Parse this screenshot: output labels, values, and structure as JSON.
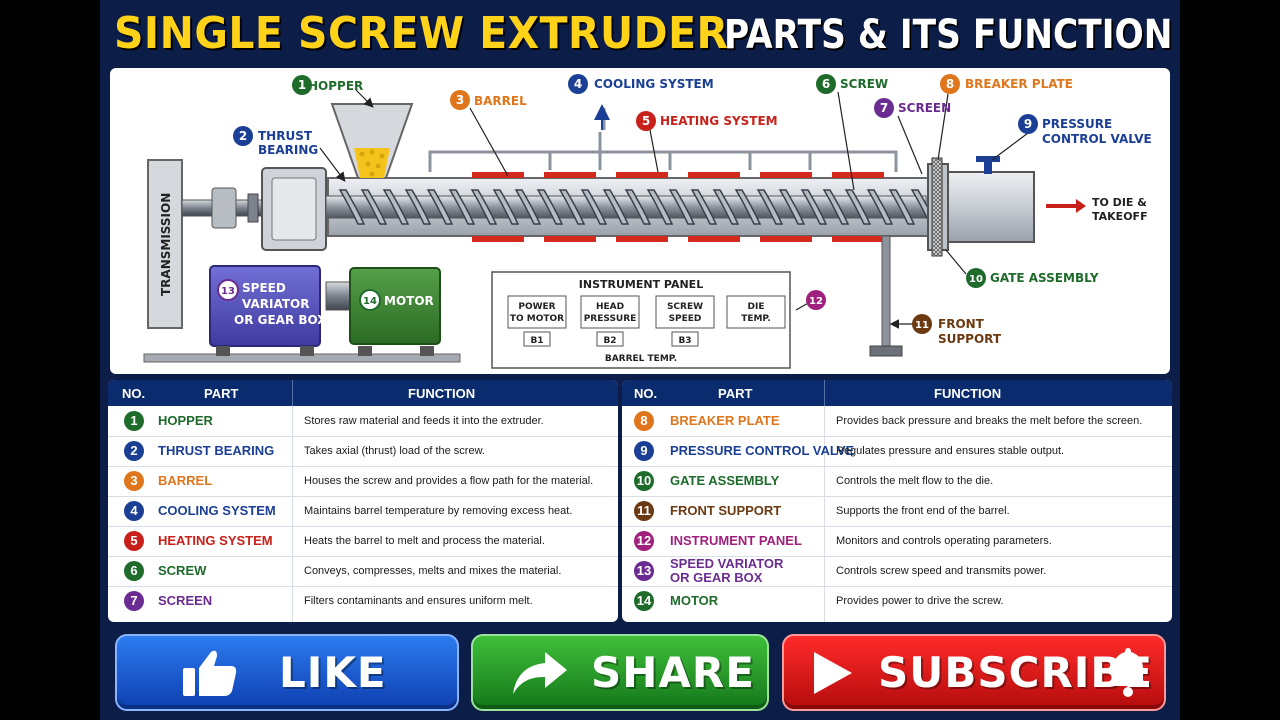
{
  "title": {
    "left": "SINGLE SCREW EXTRUDER",
    "right": "PARTS & ITS FUNCTION"
  },
  "colors": {
    "green": "#1e6b2c",
    "blue": "#1b3f94",
    "orange": "#e0761c",
    "red": "#c8201a",
    "purple": "#6b2c91",
    "brown": "#6b3a12",
    "magenta": "#a0207e",
    "navy": "#0a2c6e"
  },
  "diagram": {
    "labels": {
      "hopper": "HOPPER",
      "thrust_1": "THRUST",
      "thrust_2": "BEARING",
      "barrel": "BARREL",
      "cooling": "COOLING SYSTEM",
      "heating": "HEATING SYSTEM",
      "screw": "SCREW",
      "screen": "SCREEN",
      "breaker": "BREAKER PLATE",
      "pcv_1": "PRESSURE",
      "pcv_2": "CONTROL VALVE",
      "gate": "GATE ASSEMBLY",
      "front_1": "FRONT",
      "front_2": "SUPPORT",
      "die_1": "TO DIE &",
      "die_2": "TAKEOFF",
      "transmission": "TRANSMISSION",
      "speed_1": "SPEED",
      "speed_2": "VARIATOR",
      "speed_3": "OR GEAR BOX",
      "motor": "MOTOR"
    },
    "numbers": [
      "1",
      "2",
      "3",
      "4",
      "5",
      "6",
      "7",
      "8",
      "9",
      "10",
      "11",
      "12",
      "13",
      "14"
    ],
    "instrument_panel": {
      "title": "INSTRUMENT PANEL",
      "boxes": [
        [
          "POWER",
          "TO MOTOR"
        ],
        [
          "HEAD",
          "PRESSURE"
        ],
        [
          "SCREW",
          "SPEED"
        ],
        [
          "DIE",
          "TEMP."
        ]
      ],
      "subs": [
        "B1",
        "B2",
        "B3"
      ],
      "footer": "BARREL TEMP."
    }
  },
  "table": {
    "headers": {
      "no": "NO.",
      "part": "PART",
      "function": "FUNCTION"
    },
    "left": [
      {
        "no": "1",
        "part": "HOPPER",
        "function": "Stores raw material and feeds it into the extruder.",
        "color": "#1e6b2c"
      },
      {
        "no": "2",
        "part": "THRUST BEARING",
        "function": "Takes axial (thrust) load of the screw.",
        "color": "#1b3f94"
      },
      {
        "no": "3",
        "part": "BARREL",
        "function": "Houses the screw and provides a flow path for the material.",
        "color": "#e0761c"
      },
      {
        "no": "4",
        "part": "COOLING SYSTEM",
        "function": "Maintains barrel temperature by removing excess heat.",
        "color": "#1b3f94"
      },
      {
        "no": "5",
        "part": "HEATING SYSTEM",
        "function": "Heats the barrel to melt and process the material.",
        "color": "#c8201a"
      },
      {
        "no": "6",
        "part": "SCREW",
        "function": "Conveys, compresses, melts and mixes the material.",
        "color": "#1e6b2c"
      },
      {
        "no": "7",
        "part": "SCREEN",
        "function": "Filters contaminants and ensures uniform melt.",
        "color": "#6b2c91"
      }
    ],
    "right": [
      {
        "no": "8",
        "part": "BREAKER PLATE",
        "function": "Provides back pressure and breaks the melt before the screen.",
        "color": "#e0761c"
      },
      {
        "no": "9",
        "part": "PRESSURE CONTROL VALVE",
        "function": "Regulates pressure and ensures stable output.",
        "color": "#1b3f94"
      },
      {
        "no": "10",
        "part": "GATE ASSEMBLY",
        "function": "Controls the melt flow to the die.",
        "color": "#1e6b2c"
      },
      {
        "no": "11",
        "part": "FRONT SUPPORT",
        "function": "Supports the front end of the barrel.",
        "color": "#6b3a12"
      },
      {
        "no": "12",
        "part": "INSTRUMENT PANEL",
        "function": "Monitors and controls operating parameters.",
        "color": "#a0207e"
      },
      {
        "no": "13",
        "part": "SPEED VARIATOR",
        "part2": "OR GEAR BOX",
        "function": "Controls screw speed and transmits power.",
        "color": "#6b2c91"
      },
      {
        "no": "14",
        "part": "MOTOR",
        "function": "Provides power to drive the screw.",
        "color": "#1e6b2c"
      }
    ]
  },
  "buttons": {
    "like": "LIKE",
    "share": "SHARE",
    "subscribe": "SUBSCRIBE"
  },
  "icons": [
    "thumbs-up-icon",
    "share-arrow-icon",
    "play-icon",
    "bell-icon"
  ]
}
